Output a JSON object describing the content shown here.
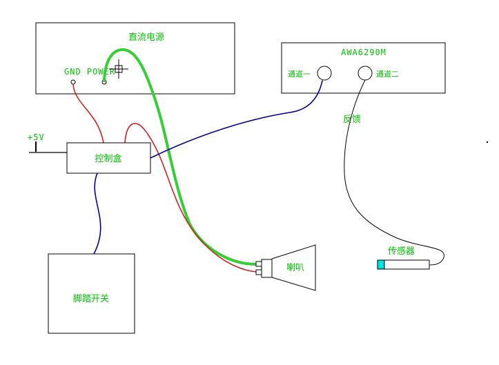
{
  "colors": {
    "label_green": "#00C400",
    "wire_green": "#33CF33",
    "wire_red": "#D02020",
    "wire_blue": "#000090",
    "wire_black": "#000000",
    "outline": "#000000",
    "terminal_stroke": "#000000",
    "sensor_tip_cyan": "#00E0E0",
    "background": "#FFFFFF"
  },
  "power_supply": {
    "title": "直流电源",
    "terminals_label": "GND POWER"
  },
  "analyzer": {
    "title": "AWA6290M",
    "channel_1": "通道一",
    "channel_2": "通道二"
  },
  "control": {
    "label": "控制盒",
    "supply_label": "+5V"
  },
  "foot_switch": {
    "label": "脚踏开关"
  },
  "speaker": {
    "label": "喇叭"
  },
  "sensor": {
    "label": "传感器"
  },
  "wires": {
    "feedback_label": "反馈"
  }
}
